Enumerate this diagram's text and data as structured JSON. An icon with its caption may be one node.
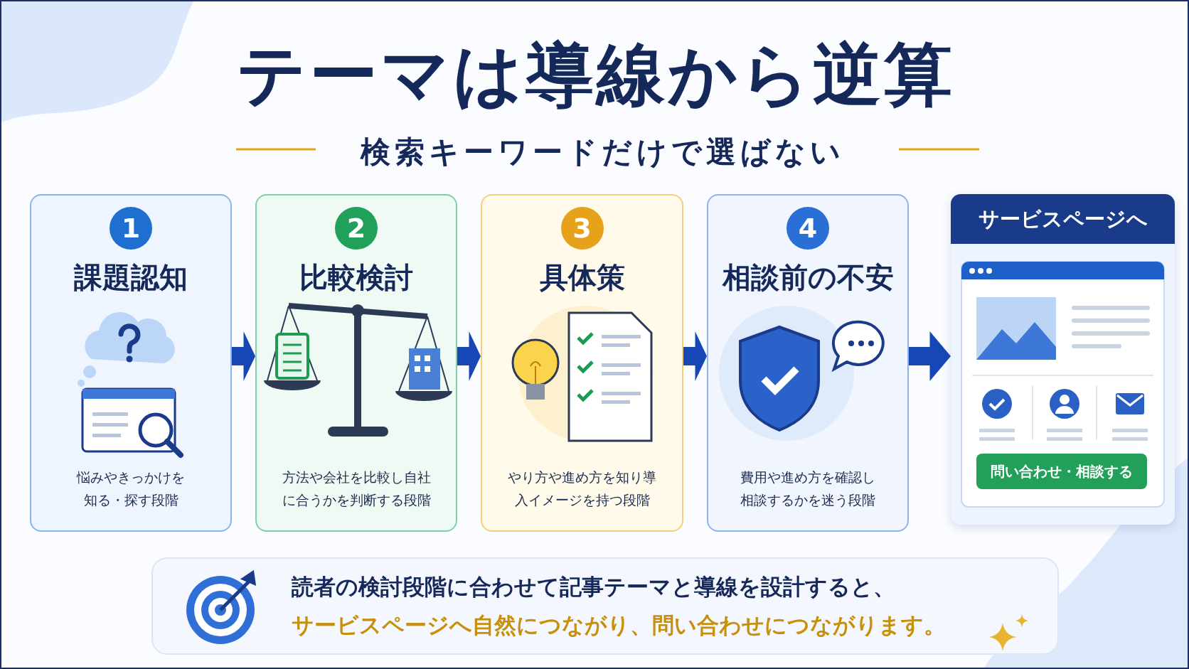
{
  "diagram": {
    "title": "テーマは導線から逆算",
    "nodes": [
      {
        "text": [
          "1",
          "課題認知",
          "悩みやきっかけを知る・探す段階"
        ]
      },
      {
        "text": [
          "2",
          "比較検討",
          "方法や会社を比較し自社に合うかを判断する段階"
        ]
      },
      {
        "text": [
          "3",
          "具体策",
          "やり方や進め方を知り導入イメージを持つ段階"
        ]
      },
      {
        "text": [
          "4",
          "相談前の不安",
          "費用や進め方を確認し相談するかを迷う段階"
        ]
      },
      {
        "text": [
          "サービスページへ"
        ]
      },
      {
        "text": [
          "問い合わせ・相談する"
        ],
        "in": 4
      },
      {
        "text": [
          "読者の検討段階に合わせて記事テーマと導線を設計すると、",
          "サービスページへ自然につながり、問い合わせにつながります。"
        ]
      }
    ],
    "edges": [
      {
        "from": 0,
        "to": 1,
        "arrow": "to",
        "style": "thick"
      },
      {
        "from": 1,
        "to": 2,
        "arrow": "to",
        "style": "thick"
      },
      {
        "from": 2,
        "to": 3,
        "arrow": "to",
        "style": "thick"
      },
      {
        "from": 3,
        "to": 4,
        "arrow": "to",
        "style": "thick"
      }
    ],
    "labels": [
      "検索キーワードだけで選ばない"
    ]
  }
}
